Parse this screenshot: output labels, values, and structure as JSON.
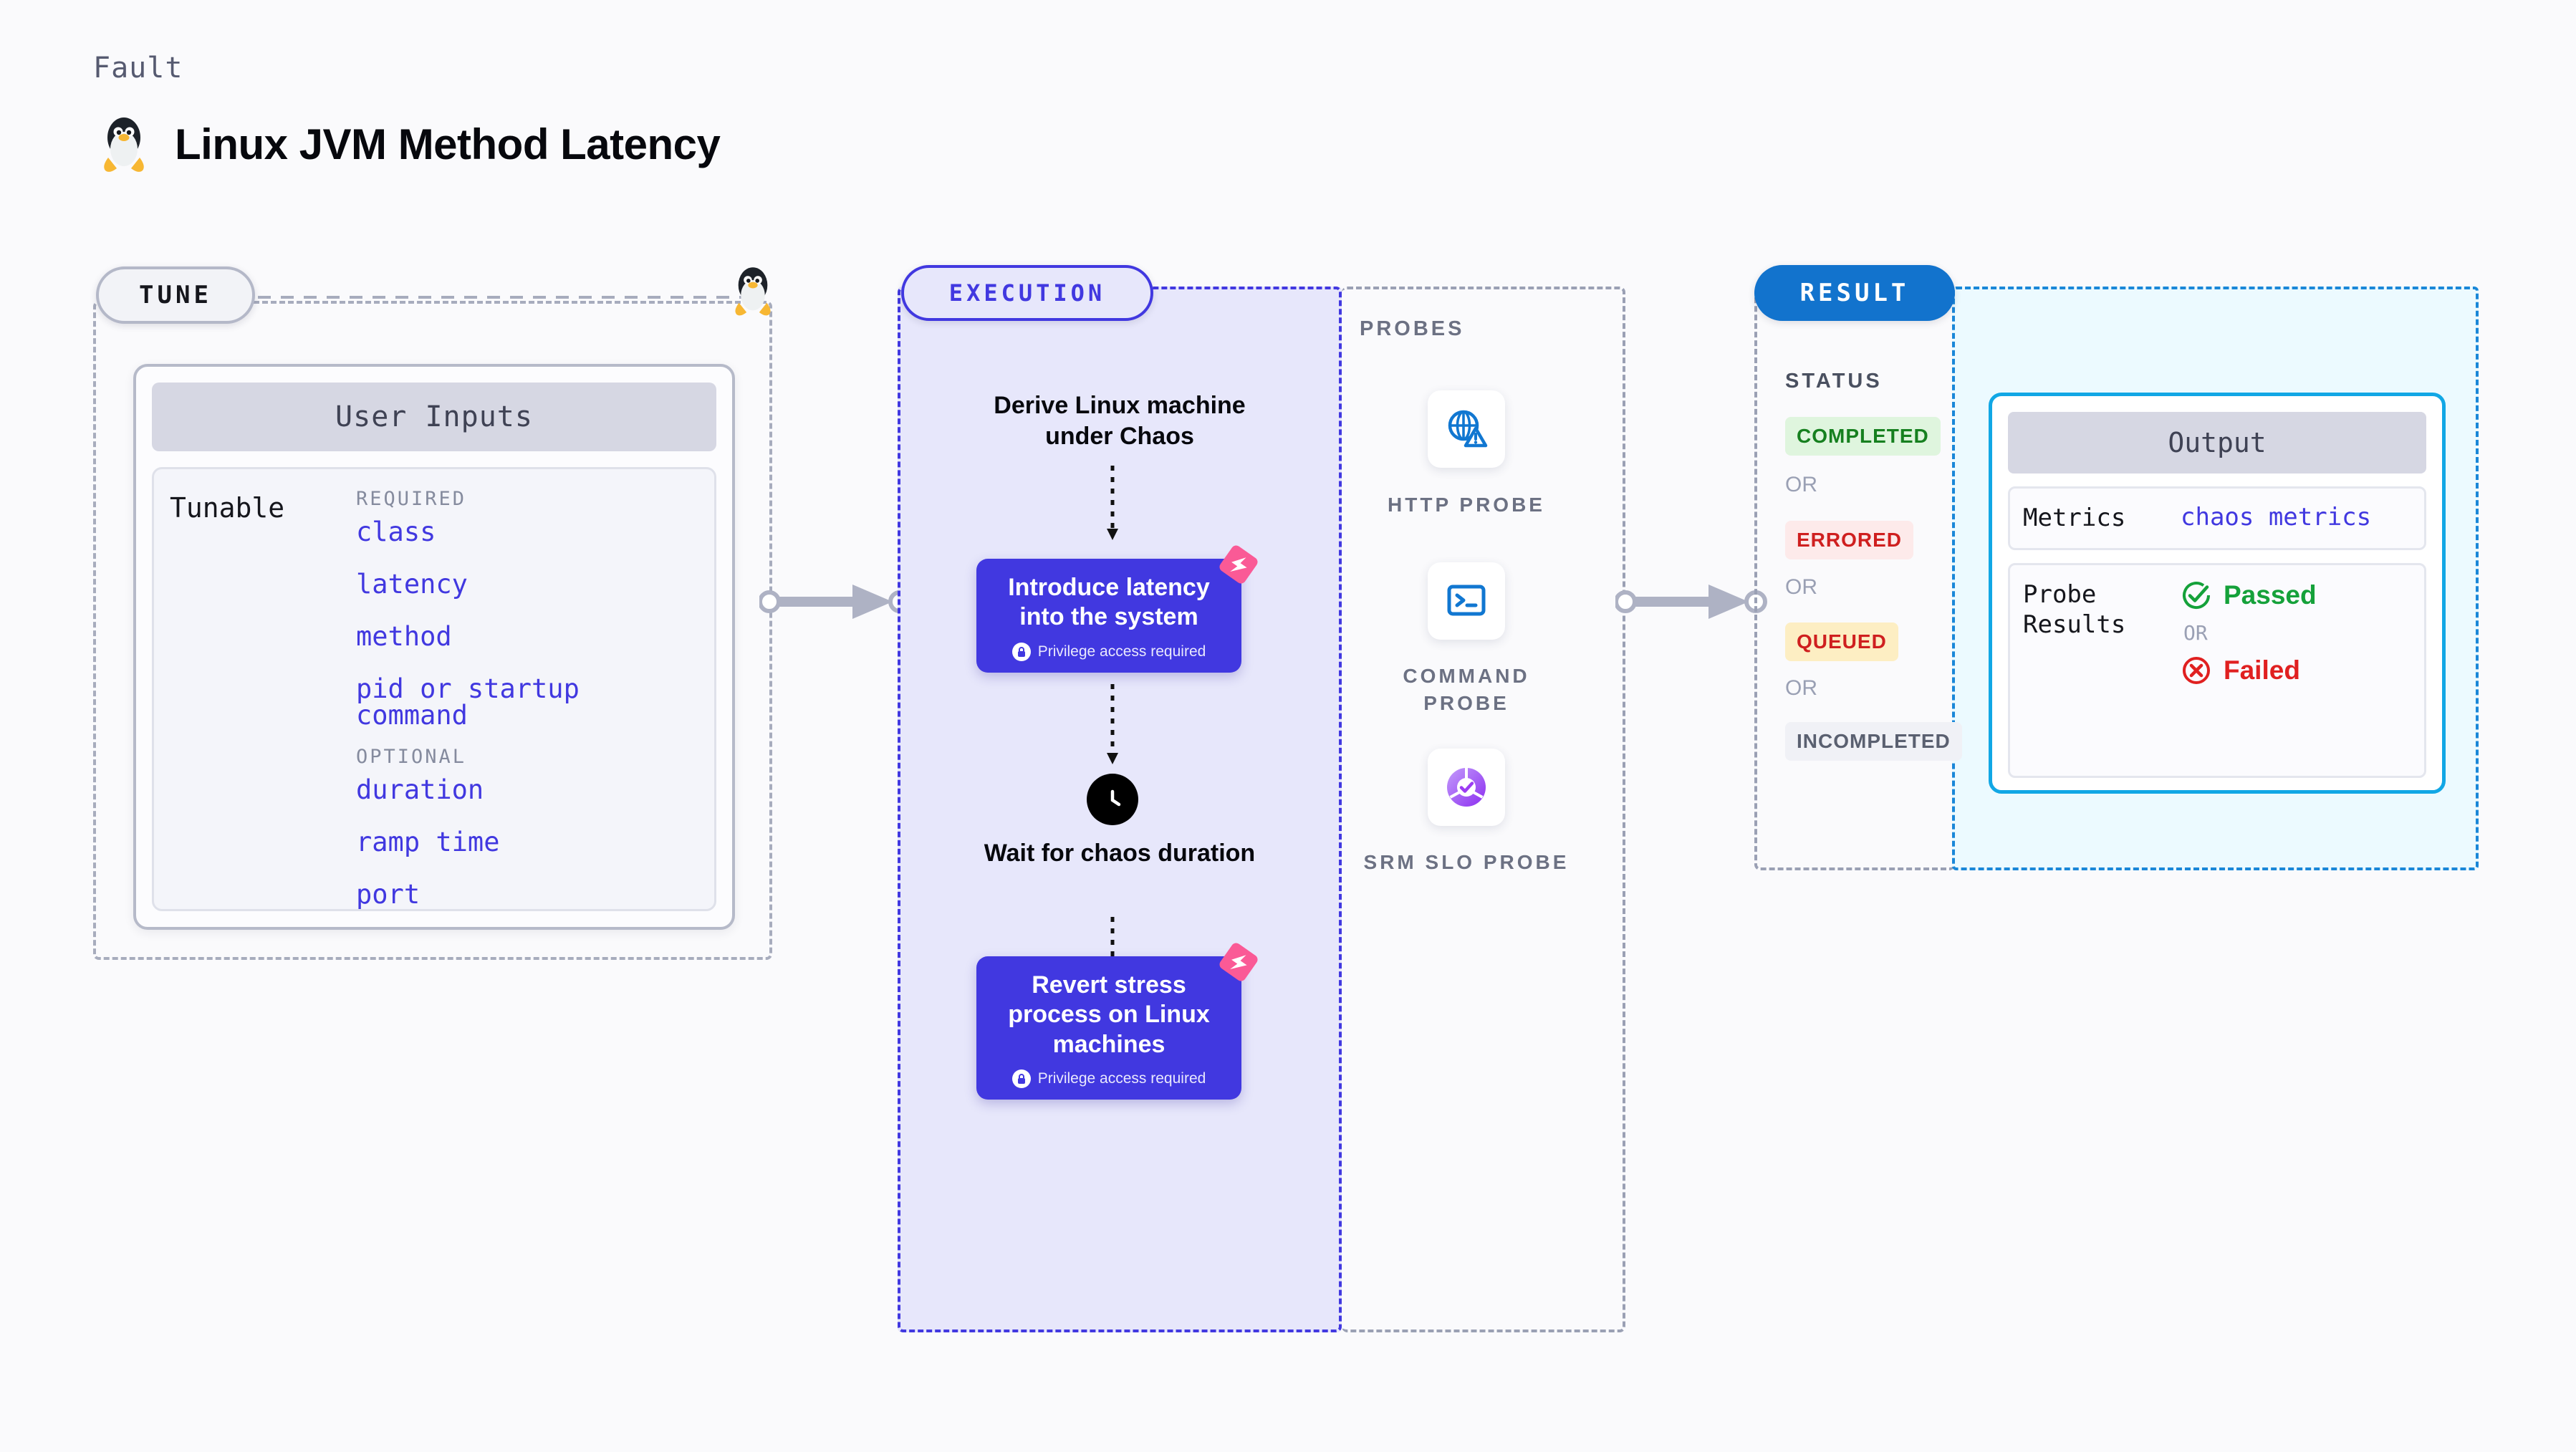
{
  "header": {
    "kicker": "Fault",
    "title": "Linux JVM Method Latency",
    "icon": "linux-penguin-icon"
  },
  "tune": {
    "badge": "TUNE",
    "card_title": "User Inputs",
    "tunable_label": "Tunable",
    "required_heading": "REQUIRED",
    "required": [
      "class",
      "latency",
      "method",
      "pid or startup command"
    ],
    "optional_heading": "OPTIONAL",
    "optional": [
      "duration",
      "ramp time",
      "port"
    ]
  },
  "execution": {
    "badge": "EXECUTION",
    "step1": "Derive Linux machine under Chaos",
    "step2": {
      "title": "Introduce latency into the system",
      "note": "Privilege access required",
      "icon": "lock-icon",
      "tag": "chaos-tag-icon"
    },
    "step3": {
      "title": "Wait for chaos duration",
      "icon": "clock-icon"
    },
    "step4": {
      "title": "Revert stress process on Linux machines",
      "note": "Privilege access required",
      "icon": "lock-icon",
      "tag": "chaos-tag-icon"
    }
  },
  "probes": {
    "title": "PROBES",
    "items": [
      {
        "label": "HTTP PROBE",
        "icon": "globe-warning-icon"
      },
      {
        "label": "COMMAND PROBE",
        "icon": "terminal-icon"
      },
      {
        "label": "SRM SLO PROBE",
        "icon": "slo-donut-check-icon"
      }
    ]
  },
  "result": {
    "badge": "RESULT",
    "status_title": "STATUS",
    "or_label": "OR",
    "statuses": [
      {
        "label": "COMPLETED",
        "fg": "#16801f",
        "bg": "#dff5de"
      },
      {
        "label": "ERRORED",
        "fg": "#cf1f1f",
        "bg": "#fdeaea"
      },
      {
        "label": "QUEUED",
        "fg": "#cf1f1f",
        "bg": "#fdeec3"
      },
      {
        "label": "INCOMPLETED",
        "fg": "#5a6070",
        "bg": "#f0f1f6"
      }
    ],
    "output": {
      "title": "Output",
      "metrics_key": "Metrics",
      "metrics_value": "chaos metrics",
      "probe_results_key": "Probe Results",
      "passed": "Passed",
      "failed": "Failed",
      "or_label": "OR",
      "pass_icon": "check-circle-icon",
      "fail_icon": "x-circle-icon"
    }
  },
  "colors": {
    "accent_indigo": "#4138e0",
    "accent_blue": "#1273cd",
    "accent_cyan": "#11a7e5",
    "probe_blue": "#1177d1",
    "tag_pink": "#fa5a96",
    "pass_green": "#15a13a",
    "fail_red": "#e02020"
  }
}
